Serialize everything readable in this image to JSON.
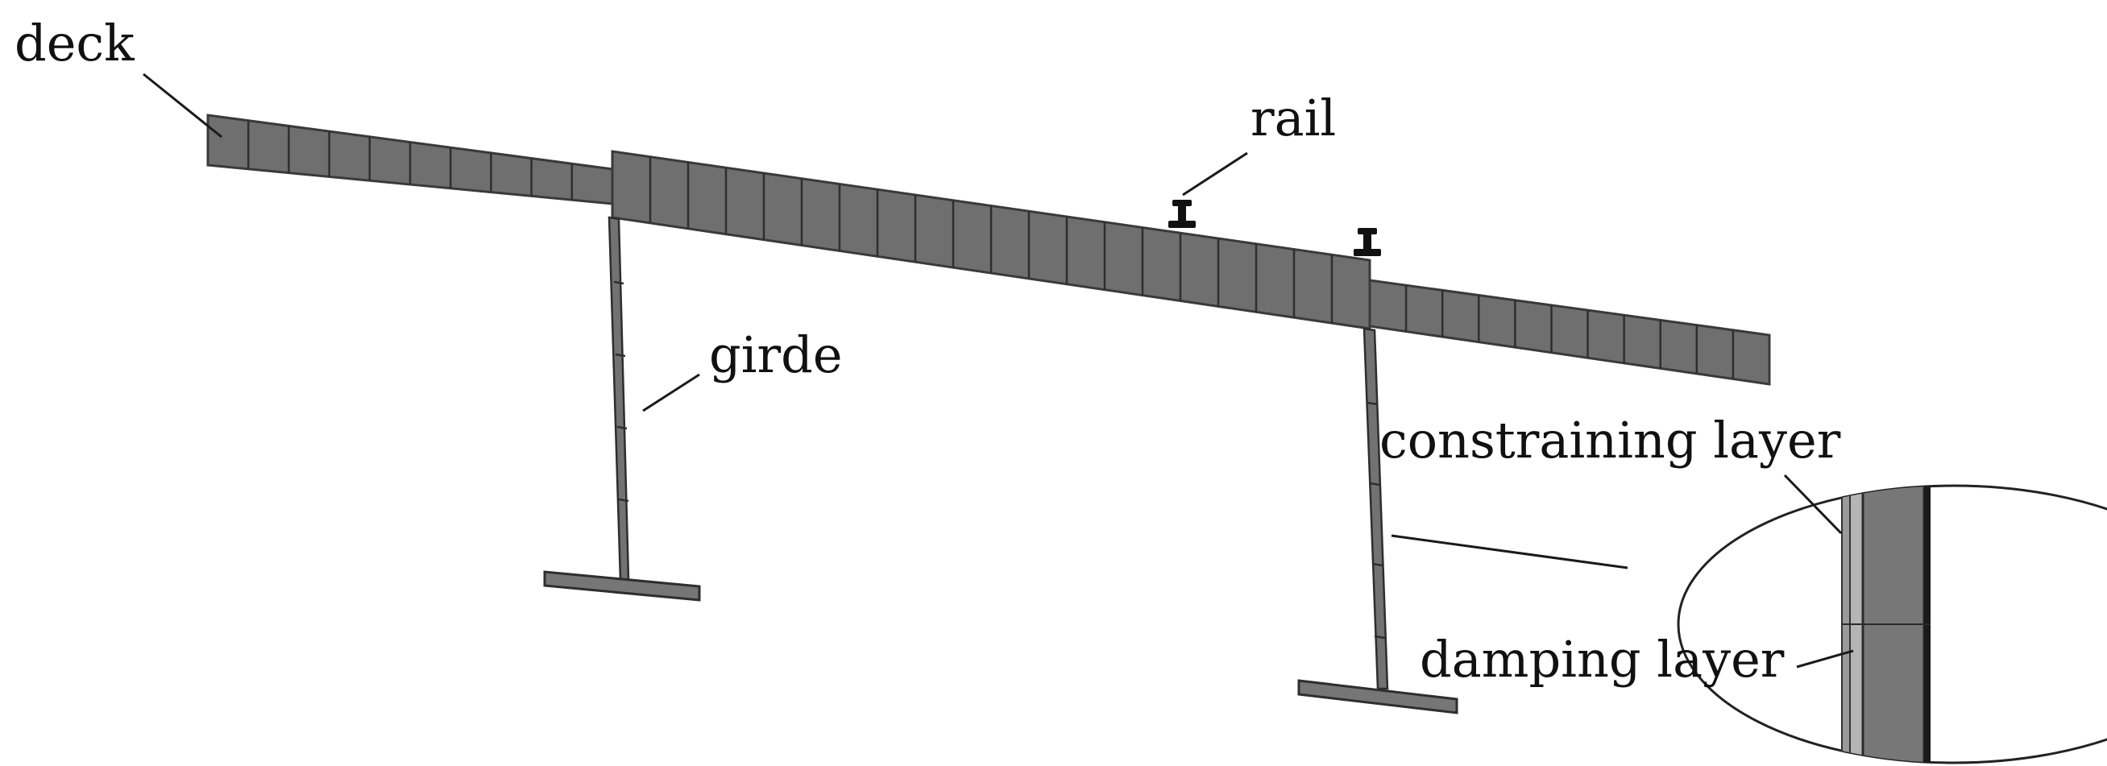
{
  "diagram": {
    "labels": {
      "deck": "deck",
      "rail": "rail",
      "girder": "girde",
      "constraining_layer": "constraining layer",
      "damping_layer": "damping layer"
    },
    "colors": {
      "structure": "#6f6f6f",
      "edge": "#2e2e2e",
      "rail": "#111111",
      "text": "#111111",
      "background": "#ffffff"
    }
  }
}
